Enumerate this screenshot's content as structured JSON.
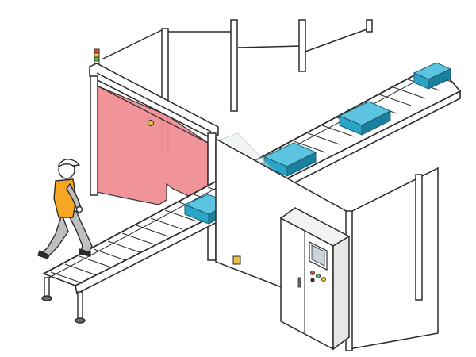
{
  "scene": {
    "kind": "isometric machine-guarding illustration",
    "elements": [
      "light-curtain-muting-zone",
      "conveyor",
      "transparent-tunnel-guard",
      "perimeter-fence",
      "control-cabinet",
      "stack-light",
      "worker"
    ]
  },
  "colors": {
    "outline": "#2b2b2b",
    "light_curtain": "#f18f95",
    "box_blue": "#2aa5c8",
    "box_blue_dark": "#1b7f9e",
    "worker_vest": "#f5a623",
    "worker_pants": "#bfbfbf",
    "hmi_screen": "#c8d4dc",
    "sensor_yellow": "#e7c04a"
  },
  "conveyor": {
    "box_count": 4
  },
  "control_cabinet": {
    "hmi": "touch panel",
    "buttons": [
      "red",
      "green",
      "yellow"
    ]
  }
}
